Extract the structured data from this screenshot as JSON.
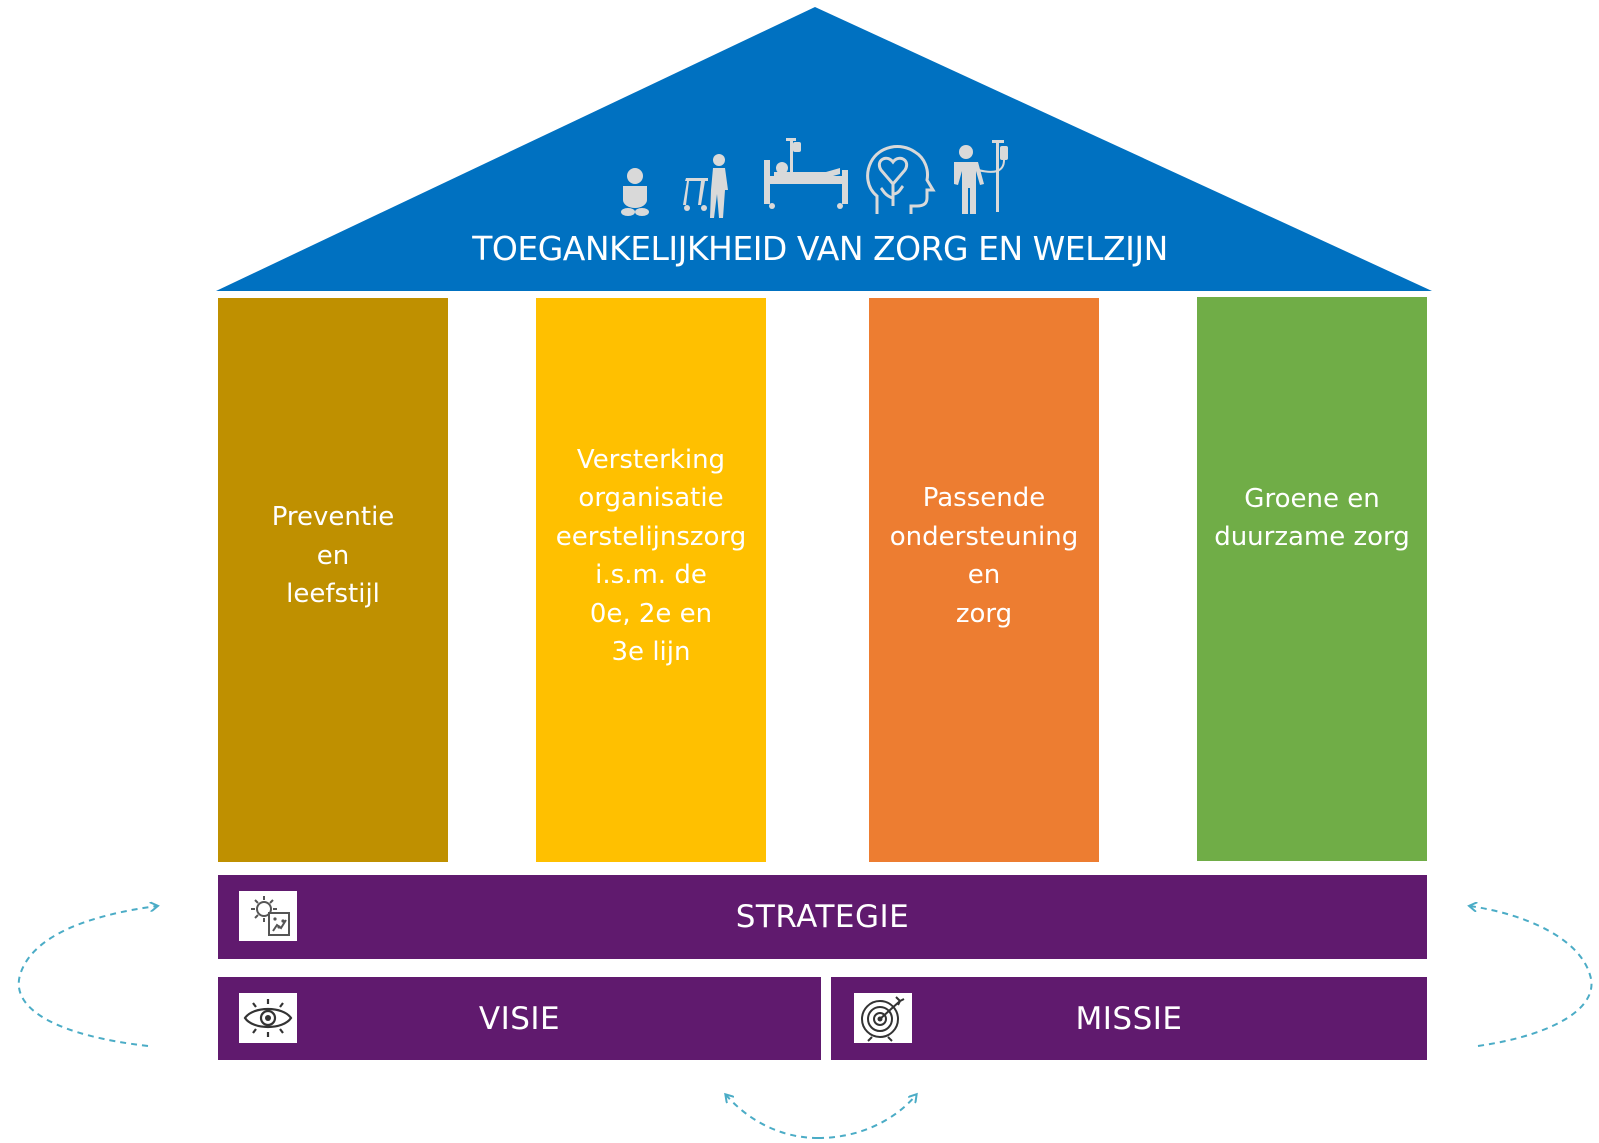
{
  "roof": {
    "title": "TOEGANKELIJKHEID VAN ZORG EN WELZIJN",
    "color": "#0071c1",
    "icons": [
      "baby-icon",
      "elderly-walker-icon",
      "hospital-bed-icon",
      "mental-health-icon",
      "patient-iv-icon"
    ]
  },
  "pillars": [
    {
      "label": "Preventie\nen\nleefstijl",
      "color": "#bf9000"
    },
    {
      "label": "Versterking\norganisatie\neerstelijnszorg\ni.s.m. de\n0e, 2e en\n3e lijn",
      "color": "#ffc000"
    },
    {
      "label": "Passende\nondersteuning\nen\nzorg",
      "color": "#ed7d31"
    },
    {
      "label": "Groene en\nduurzame zorg",
      "color": "#70ad47"
    }
  ],
  "strategie": {
    "label": "STRATEGIE",
    "icon": "gear-icon"
  },
  "visie": {
    "label": "VISIE",
    "icon": "eye-icon"
  },
  "missie": {
    "label": "MISSIE",
    "icon": "target-icon"
  },
  "colors": {
    "band": "#601a6e",
    "cycle_arrows": "#4bacc6"
  }
}
